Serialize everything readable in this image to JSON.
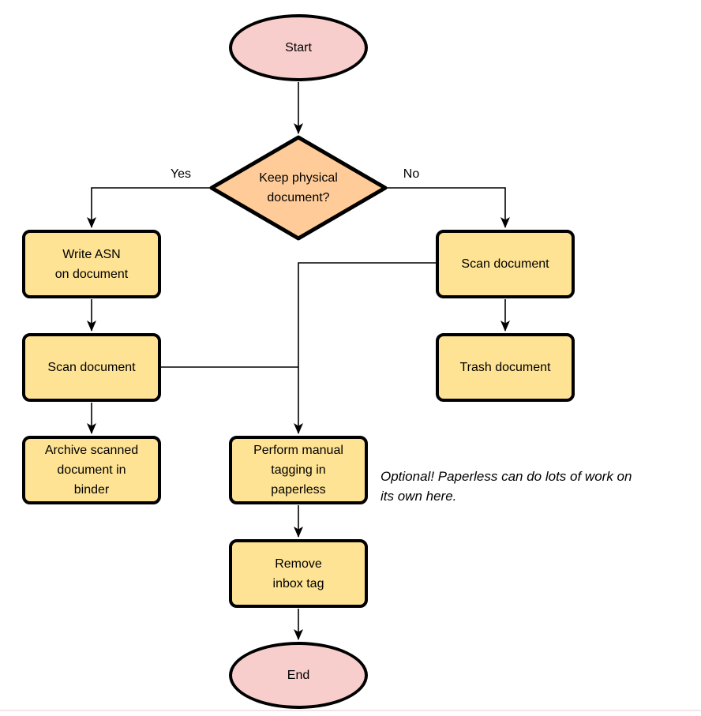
{
  "colors": {
    "terminal_fill": "#F8CECC",
    "decision_fill": "#FFCC99",
    "process_fill": "#FFE394",
    "stroke": "#000000",
    "bottom_divider": "#F2E6E6"
  },
  "nodes": {
    "start": {
      "label": "Start"
    },
    "decision": {
      "label": "Keep physical\ndocument?"
    },
    "write_asn": {
      "label": "Write ASN\non document"
    },
    "scan_left": {
      "label": "Scan document"
    },
    "archive": {
      "label": "Archive scanned\ndocument in\nbinder"
    },
    "scan_right": {
      "label": "Scan document"
    },
    "trash": {
      "label": "Trash document"
    },
    "tagging": {
      "label": "Perform manual\ntagging in\npaperless"
    },
    "remove_inbox": {
      "label": "Remove\ninbox tag"
    },
    "end": {
      "label": "End"
    }
  },
  "edge_labels": {
    "yes": "Yes",
    "no": "No"
  },
  "note": {
    "text": "Optional! Paperless can do lots of work on\nits own here."
  }
}
